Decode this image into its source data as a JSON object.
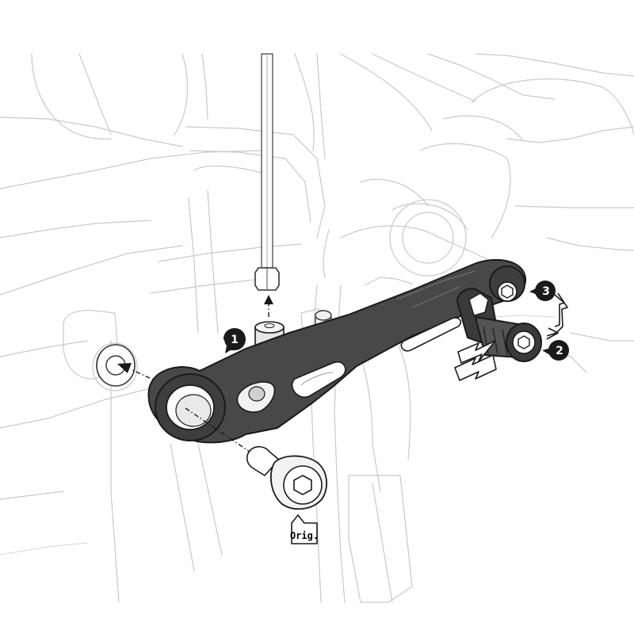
{
  "callouts": [
    {
      "label": "1"
    },
    {
      "label": "2"
    },
    {
      "label": "3"
    }
  ],
  "bolt_tag": {
    "label": "Orig."
  },
  "colors": {
    "part_dark": "#3a3a3a",
    "part_mid": "#5a5a5a",
    "callout_fill": "#1a1a1a",
    "background_lines": "#c9c9c9"
  },
  "icons": [
    "hex-socket-icon",
    "arrow-outline-icon"
  ]
}
